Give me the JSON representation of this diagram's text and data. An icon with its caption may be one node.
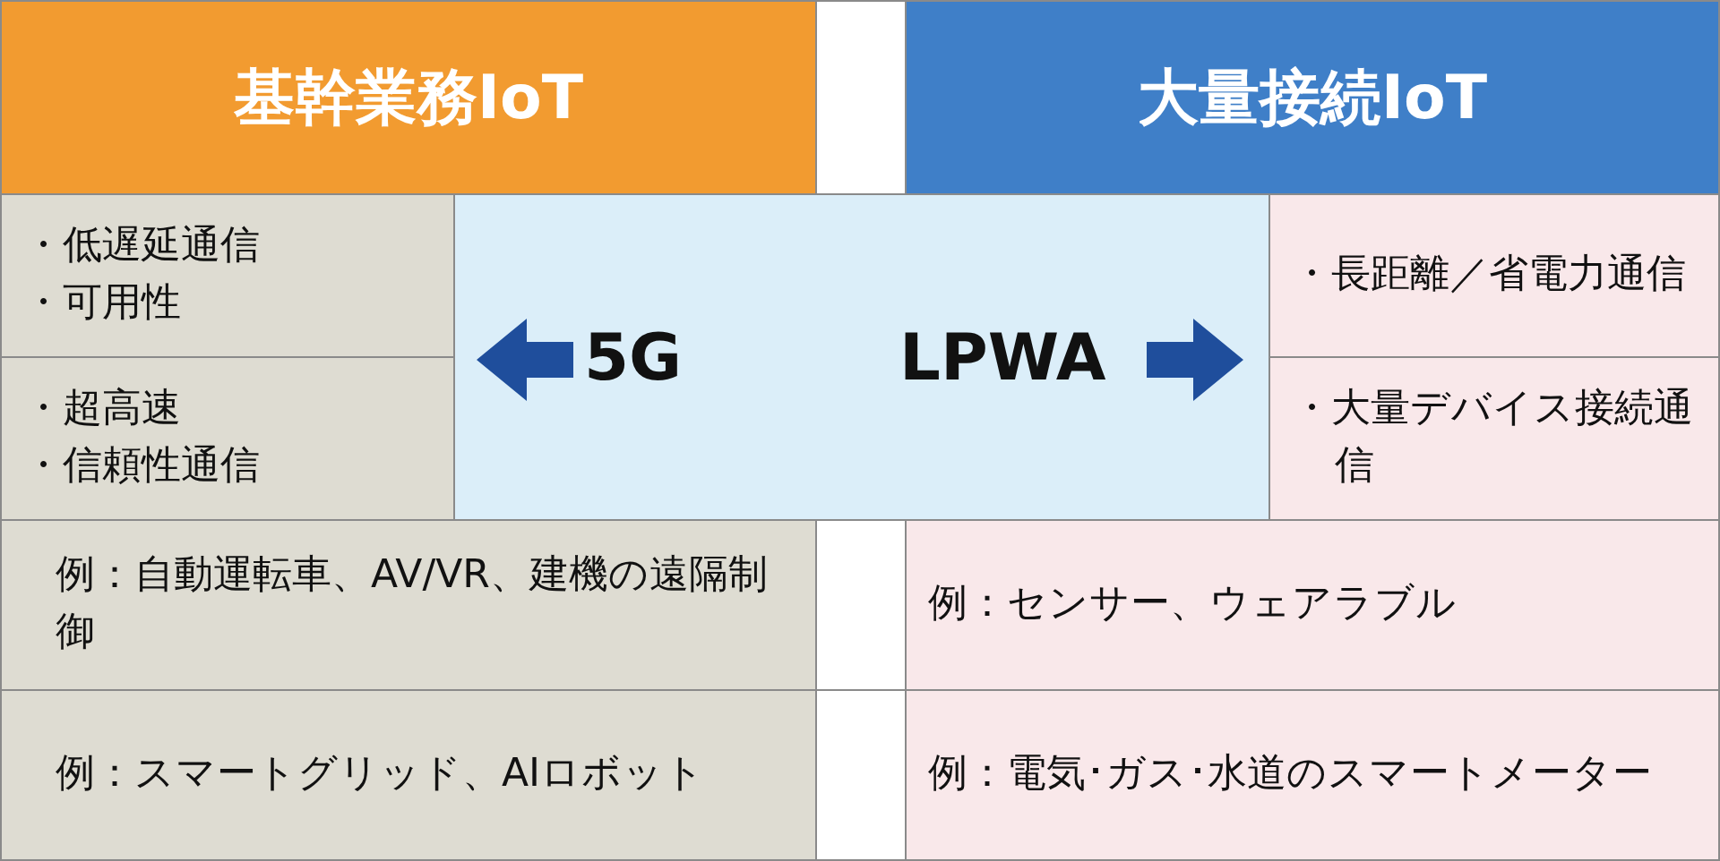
{
  "diagram": {
    "nodes": [
      {
        "text": [
          "基幹業務IoT"
        ]
      },
      {
        "text": [
          "大量接続IoT"
        ]
      },
      {
        "text": [
          "・低遅延通信",
          "・可用性"
        ]
      },
      {
        "text": [
          "・超高速",
          "・信頼性通信"
        ]
      },
      {
        "text": [
          "5G",
          "LPWA"
        ]
      },
      {
        "text": [
          "・長距離／省電力通信"
        ]
      },
      {
        "text": [
          "・大量デバイス接続通信"
        ]
      },
      {
        "text": [
          "例：自動運転車、AV/VR、建機の遠隔制御"
        ]
      },
      {
        "text": [
          "例：センサー、ウェアラブル"
        ]
      },
      {
        "text": [
          "例：スマートグリッド、AIロボット"
        ]
      },
      {
        "text": [
          "例：電気･ガス･水道のスマートメーター"
        ]
      }
    ]
  }
}
